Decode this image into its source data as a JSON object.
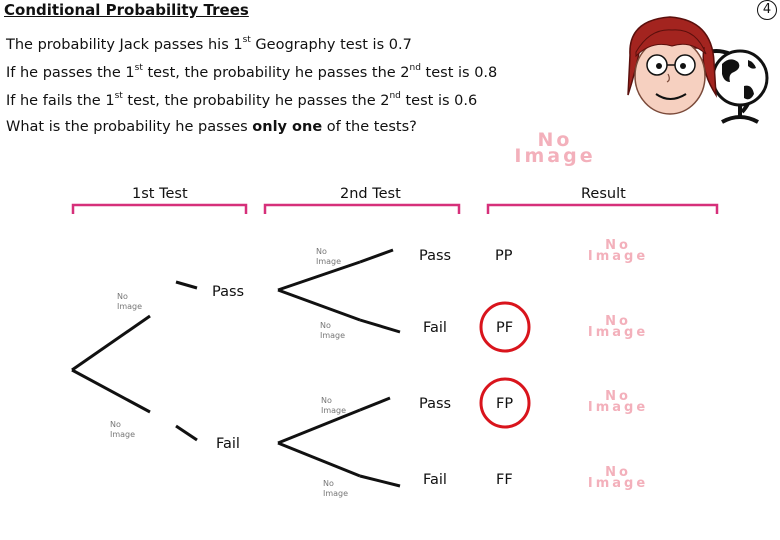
{
  "title": "Conditional Probability Trees",
  "page_number": "4",
  "question": {
    "line1": {
      "a": "The probability Jack passes his 1",
      "sup": "st",
      "b": " Geography test is 0.7"
    },
    "line2": {
      "a": "If he passes the 1",
      "sup1": "st",
      "b": " test, the probability he passes the 2",
      "sup2": "nd",
      "c": " test is 0.8"
    },
    "line3": {
      "a": "If he fails the 1",
      "sup1": "st",
      "b": " test, the probability he passes the 2",
      "sup2": "nd",
      "c": " test is 0.6"
    },
    "line4": {
      "a": "What is the probability he passes ",
      "bold": "only one",
      "b": " of the tests?"
    }
  },
  "headers": {
    "first": "1st Test",
    "second": "2nd Test",
    "result": "Result"
  },
  "branches": {
    "first_pass": "Pass",
    "first_fail": "Fail"
  },
  "second_test": [
    {
      "label": "Pass",
      "result": "PP",
      "circled": false
    },
    {
      "label": "Fail",
      "result": "PF",
      "circled": true
    },
    {
      "label": "Pass",
      "result": "FP",
      "circled": true
    },
    {
      "label": "Fail",
      "result": "FF",
      "circled": false
    }
  ],
  "placeholder_small": {
    "line1": "No",
    "line2": "Image"
  },
  "placeholder_big": {
    "line1": "No",
    "line2": "Image"
  },
  "colors": {
    "bracket": "#d6307a",
    "circle": "#d9141c",
    "placeholder": "#f3b0bb"
  }
}
